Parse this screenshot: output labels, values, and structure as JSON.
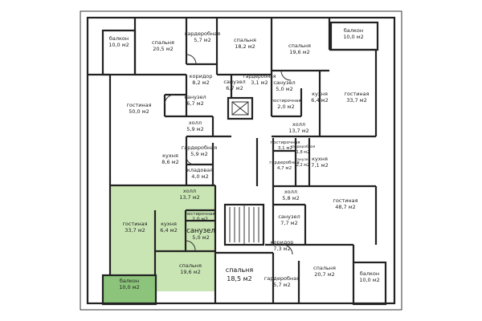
{
  "colors": {
    "highlight": "#c9e5b4",
    "highlight_dark": "#8bc47a",
    "wall": "#222222",
    "background": "#ffffff"
  },
  "rooms": {
    "balkon_tl": {
      "name": "балкон",
      "area": "10,0 м2"
    },
    "spalnya_top_left": {
      "name": "спальня",
      "area": "20,5 м2"
    },
    "garderobnaya_top_left": {
      "name": "гардеробная",
      "area": "5,7 м2"
    },
    "spalnya_top_mid": {
      "name": "спальня",
      "area": "18,2 м2"
    },
    "spalnya_top_right": {
      "name": "спальня",
      "area": "19,6 м2"
    },
    "balkon_tr": {
      "name": "балкон",
      "area": "10,0 м2"
    },
    "koridor_top": {
      "name": "коридор",
      "area": "8,2 м2"
    },
    "sanuzel_top_a": {
      "name": "санузел",
      "area": "6,7 м2"
    },
    "garderobnaya_top_mid": {
      "name": "гардеробная",
      "area": "3,1 м2"
    },
    "sanuzel_top_b": {
      "name": "санузел",
      "area": "5,0 м2"
    },
    "kuhnya_top_right": {
      "name": "кухня",
      "area": "6,4 м2"
    },
    "gostinaya_top_right": {
      "name": "гостиная",
      "area": "33,7 м2"
    },
    "gostinaya_left": {
      "name": "гостиная",
      "area": "50,0 м2"
    },
    "sanuzel_left": {
      "name": "санузел",
      "area": "6,7 м2"
    },
    "postirochnaya_top": {
      "name": "постирочная",
      "area": "2,0 м2"
    },
    "holl_left": {
      "name": "холл",
      "area": "5,9 м2"
    },
    "holl_right_top": {
      "name": "холл",
      "area": "13,7 м2"
    },
    "kuhnya_left": {
      "name": "кухня",
      "area": "8,6 м2"
    },
    "garderobnaya_left": {
      "name": "гардеробная",
      "area": "5,9 м2"
    },
    "kladovaya": {
      "name": "кладовая",
      "area": "4,0 м2"
    },
    "postirochnaya_right": {
      "name": "постирочная",
      "area": "3,1 м2"
    },
    "tiny_right": {
      "name": "гардеробная",
      "area": "1,8 м2"
    },
    "garderobnaya_right": {
      "name": "гардеробная",
      "area": "4,7 м2"
    },
    "sanuzel_right_small": {
      "name": "санузел",
      "area": "2,2 м2"
    },
    "kuhnya_right": {
      "name": "кухня",
      "area": "7,1 м2"
    },
    "holl_green": {
      "name": "холл",
      "area": "13,7 м2"
    },
    "holl_right_mid": {
      "name": "холл",
      "area": "5,8 м2"
    },
    "gostinaya_right_mid": {
      "name": "гостиная",
      "area": "48,7 м2"
    },
    "gostinaya_green": {
      "name": "гостиная",
      "area": "33,7 м2"
    },
    "kuhnya_green": {
      "name": "кухня",
      "area": "6,4 м2"
    },
    "postirochnaya_green": {
      "name": "постирочная",
      "area": "2,0 м2"
    },
    "sanuzel_green": {
      "name": "санузел",
      "area": "5,0 м2"
    },
    "sanuzel_right_mid": {
      "name": "санузел",
      "area": "7,7 м2"
    },
    "koridor_bottom": {
      "name": "коридор",
      "area": "7,3 м2"
    },
    "spalnya_green": {
      "name": "спальня",
      "area": "19,6 м2"
    },
    "spalnya_bottom_mid": {
      "name": "спальня",
      "area": "18,5 м2"
    },
    "garderobnaya_bottom": {
      "name": "гардеробная",
      "area": "5,7 м2"
    },
    "spalnya_bottom_right": {
      "name": "спальня",
      "area": "20,7 м2"
    },
    "balkon_bl": {
      "name": "балкон",
      "area": "10,0 м2"
    },
    "balkon_br": {
      "name": "балкон",
      "area": "10,0 м2"
    }
  }
}
